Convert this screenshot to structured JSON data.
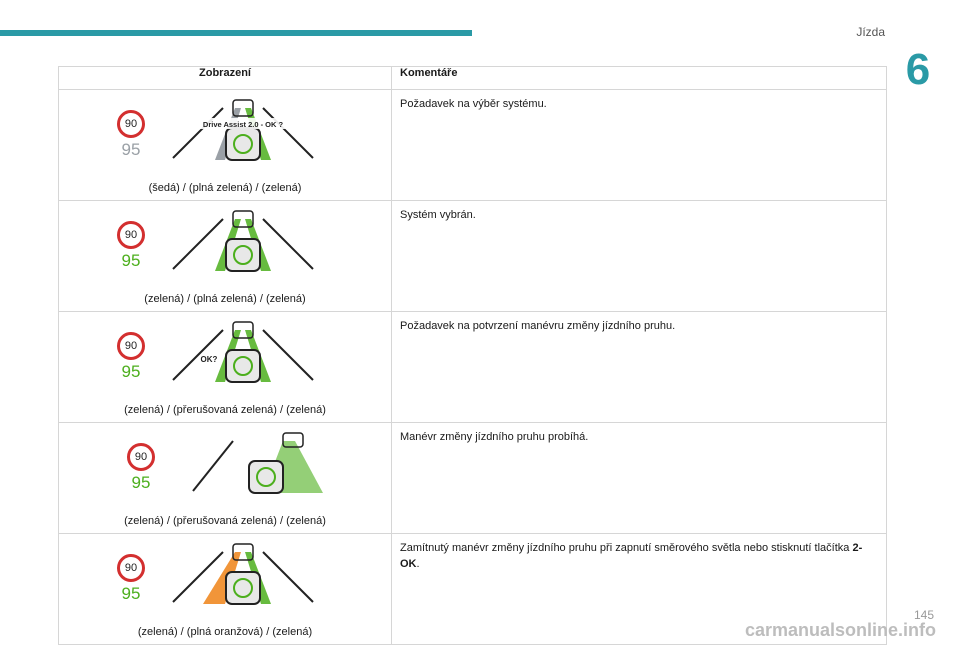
{
  "header": {
    "section": "Jízda",
    "chapter": "6"
  },
  "table": {
    "col_display": "Zobrazení",
    "col_comment": "Komentáře",
    "rows": [
      {
        "speed1": "90",
        "speed2": "95",
        "overlay": "Drive Assist 2.0 - OK ?",
        "caption": "(šedá) / (plná zelená) / (zelená)",
        "comment": "Požadavek na výběr systému.",
        "comment_bold": ""
      },
      {
        "speed1": "90",
        "speed2": "95",
        "overlay": "",
        "caption": "(zelená) / (plná zelená) / (zelená)",
        "comment": "Systém vybrán.",
        "comment_bold": ""
      },
      {
        "speed1": "90",
        "speed2": "95",
        "overlay": "OK?",
        "caption": "(zelená) / (přerušovaná zelená) / (zelená)",
        "comment": "Požadavek na potvrzení manévru změny jízdního pruhu.",
        "comment_bold": ""
      },
      {
        "speed1": "90",
        "speed2": "95",
        "overlay": "",
        "caption": "(zelená) / (přerušovaná zelená) / (zelená)",
        "comment": "Manévr změny jízdního pruhu probíhá.",
        "comment_bold": ""
      },
      {
        "speed1": "90",
        "speed2": "95",
        "overlay": "",
        "caption": "(zelená) / (plná oranžová) / (zelená)",
        "comment": "Zamítnutý manévr změny jízdního pruhu při zapnutí směrového světla nebo stisknutí tlačítka ",
        "comment_bold": "2-OK"
      }
    ]
  },
  "footer": {
    "page": "145",
    "watermark": "carmanualsonline.info"
  },
  "colors": {
    "accent": "#2a9aa6",
    "green": "#4caf1d",
    "orange": "#f08a24",
    "red": "#d32f2f",
    "grey": "#9aa0a6"
  }
}
